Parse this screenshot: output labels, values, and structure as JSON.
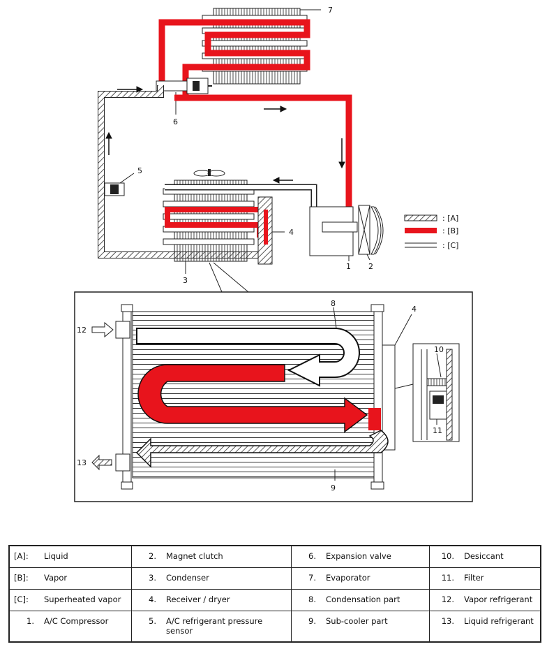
{
  "callouts": {
    "n1": "1",
    "n2": "2",
    "n3": "3",
    "n4a": "4",
    "n4b": "4",
    "n5": "5",
    "n6": "6",
    "n7": "7",
    "n8": "8",
    "n9": "9",
    "n10": "10",
    "n11": "11",
    "n12": "12",
    "n13": "13"
  },
  "key": {
    "a": ": [A]",
    "b": ": [B]",
    "c": ": [C]"
  },
  "colors": {
    "vapor": "#e8141c",
    "line": "#111111",
    "hatch": "#555555",
    "fill": "#ffffff"
  },
  "legend_rows": [
    [
      {
        "k": "[A]:",
        "v": "Liquid"
      },
      {
        "k": "2.",
        "v": "Magnet clutch"
      },
      {
        "k": "6.",
        "v": "Expansion valve"
      },
      {
        "k": "10.",
        "v": "Desiccant"
      }
    ],
    [
      {
        "k": "[B]:",
        "v": "Vapor"
      },
      {
        "k": "3.",
        "v": "Condenser"
      },
      {
        "k": "7.",
        "v": "Evaporator"
      },
      {
        "k": "11.",
        "v": "Filter"
      }
    ],
    [
      {
        "k": "[C]:",
        "v": "Superheated vapor"
      },
      {
        "k": "4.",
        "v": "Receiver / dryer"
      },
      {
        "k": "8.",
        "v": "Condensation part"
      },
      {
        "k": "12.",
        "v": "Vapor refrigerant"
      }
    ],
    [
      {
        "k": "1.",
        "v": "A/C Compressor"
      },
      {
        "k": "5.",
        "v": "A/C refrigerant pressure sensor"
      },
      {
        "k": "9.",
        "v": "Sub-cooler part"
      },
      {
        "k": "13.",
        "v": "Liquid refrigerant"
      }
    ]
  ]
}
